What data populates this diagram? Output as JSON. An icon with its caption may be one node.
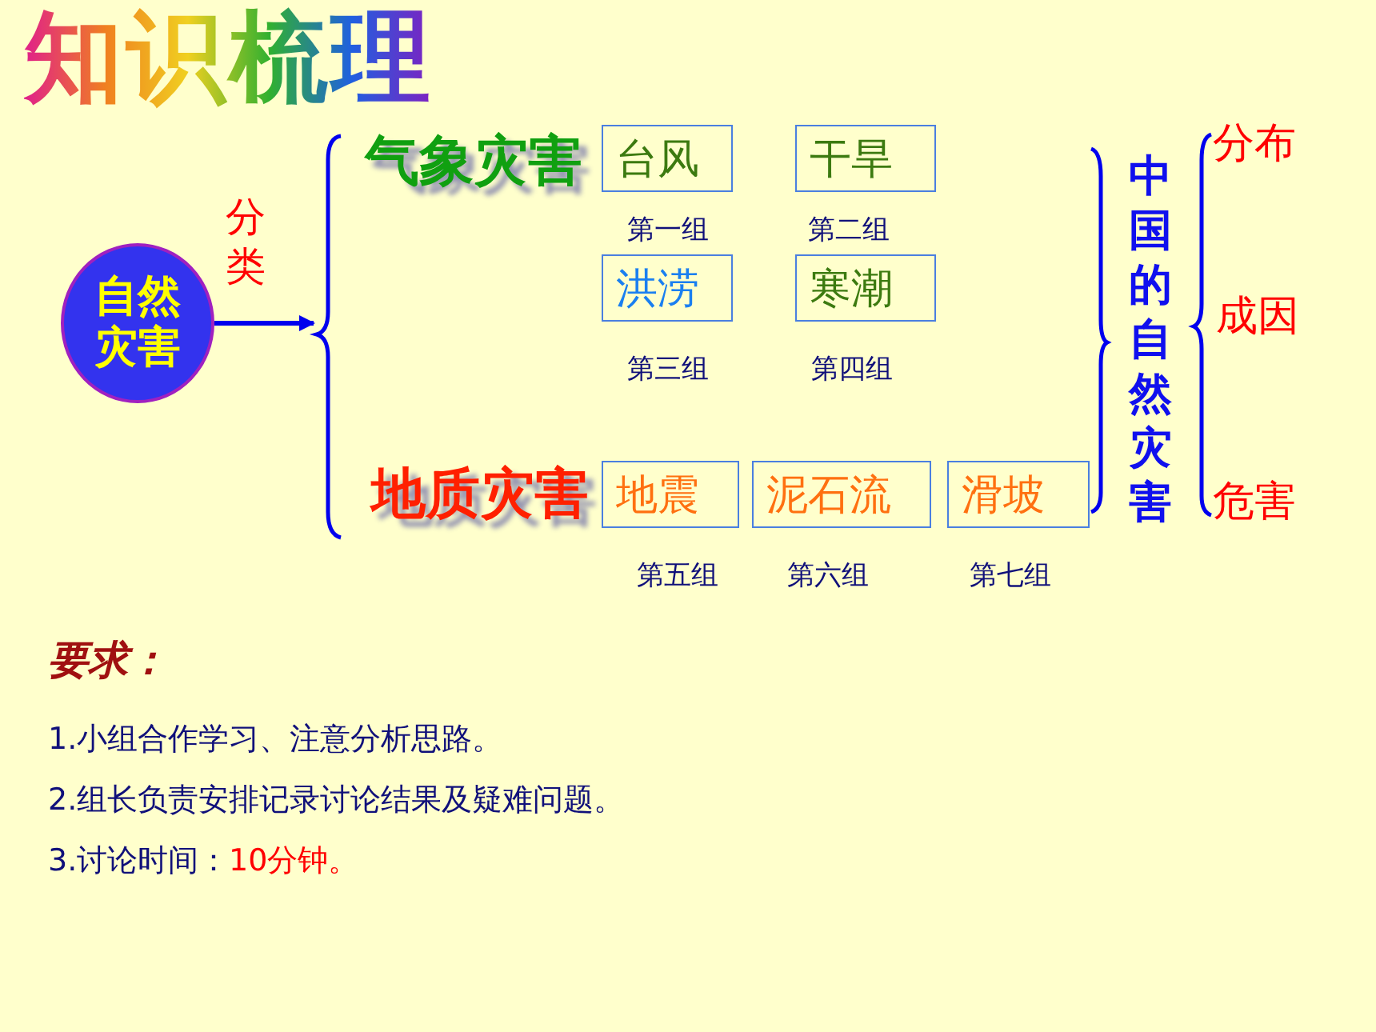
{
  "diagram": {
    "title": "知识梳理",
    "nodes": [
      {
        "text": [
          "自然灾害"
        ]
      },
      {
        "text": [
          "气象灾害"
        ]
      },
      {
        "text": [
          "地质灾害"
        ]
      },
      {
        "text": [
          "台风"
        ],
        "beside": [
          "第一组"
        ]
      },
      {
        "text": [
          "干旱"
        ],
        "beside": [
          "第二组"
        ]
      },
      {
        "text": [
          "洪涝"
        ],
        "beside": [
          "第三组"
        ]
      },
      {
        "text": [
          "寒潮"
        ],
        "beside": [
          "第四组"
        ]
      },
      {
        "text": [
          "地震"
        ],
        "beside": [
          "第五组"
        ]
      },
      {
        "text": [
          "泥石流"
        ],
        "beside": [
          "第六组"
        ]
      },
      {
        "text": [
          "滑坡"
        ],
        "beside": [
          "第七组"
        ]
      },
      {
        "text": [
          "中国的自然灾害"
        ]
      },
      {
        "text": [
          "分布"
        ]
      },
      {
        "text": [
          "成因"
        ]
      },
      {
        "text": [
          "危害"
        ]
      },
      {
        "text": [],
        "shape": "brace"
      }
    ],
    "edges": [
      {
        "from": 0,
        "to": 14,
        "arrow": "to",
        "label": "分类"
      }
    ],
    "labels": [
      "要求：",
      "1.小组合作学习、注意分析思路。",
      "2.组长负责安排记录讨论结果及疑难问题。",
      "3.讨论时间：",
      "10分钟。"
    ]
  }
}
